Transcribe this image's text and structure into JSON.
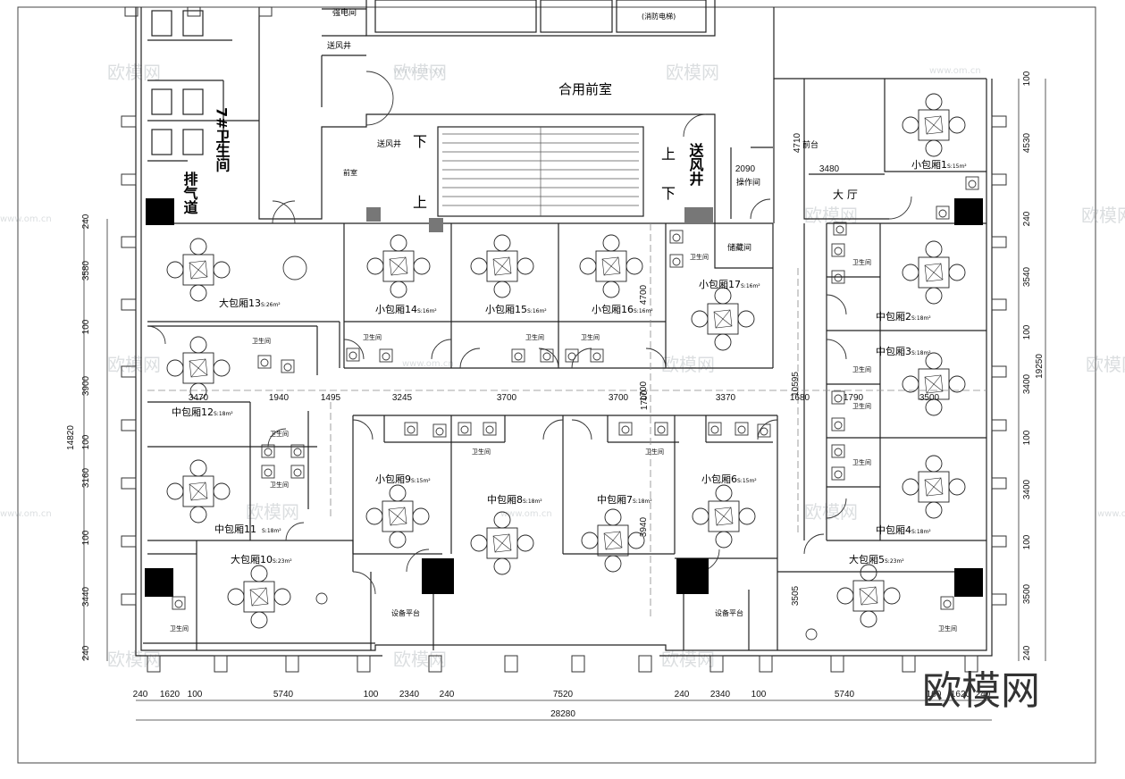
{
  "rooms": [
    {
      "key": "r1",
      "name": "小包厢1",
      "area": "S:15m²"
    },
    {
      "key": "r2",
      "name": "中包厢2",
      "area": "S:18m²"
    },
    {
      "key": "r3",
      "name": "中包厢3",
      "area": "S:18m²"
    },
    {
      "key": "r4",
      "name": "中包厢4",
      "area": "S:18m²"
    },
    {
      "key": "r5",
      "name": "大包厢5",
      "area": "S:23m²"
    },
    {
      "key": "r6",
      "name": "小包厢6",
      "area": "S:15m²"
    },
    {
      "key": "r7",
      "name": "中包厢7",
      "area": "S:18m²"
    },
    {
      "key": "r8",
      "name": "中包厢8",
      "area": "S:18m²"
    },
    {
      "key": "r9",
      "name": "小包厢9",
      "area": "S:15m²"
    },
    {
      "key": "r10",
      "name": "大包厢10",
      "area": "S:23m²"
    },
    {
      "key": "r11",
      "name": "中包厢11",
      "area": "S:18m²"
    },
    {
      "key": "r12",
      "name": "中包厢12",
      "area": "S:18m²"
    },
    {
      "key": "r13",
      "name": "大包厢13",
      "area": "S:26m²"
    },
    {
      "key": "r14",
      "name": "小包厢14",
      "area": "S:16m²"
    },
    {
      "key": "r15",
      "name": "小包厢15",
      "area": "S:16m²"
    },
    {
      "key": "r16",
      "name": "小包厢16",
      "area": "S:16m²"
    },
    {
      "key": "r17",
      "name": "小包厢17",
      "area": "S:16m²"
    }
  ],
  "labels": {
    "shared_lobby": "合用前室",
    "hall": "大 厅",
    "front_desk": "前台",
    "operation_room": "操作间",
    "storage": "储藏间",
    "anteroom": "前室",
    "toilet7": "7#卫生间",
    "exhaust": "排气道",
    "vent_shaft": "送风井",
    "vent_shaft_small": "送风井",
    "vent_shaft_top": "送风井",
    "elec_room": "强电间",
    "fire_elevator": "(消防电梯)",
    "equip_platform_left": "设备平台",
    "equip_platform_right": "设备平台",
    "toilet": "卫生间",
    "stair_up": "上",
    "stair_down": "下"
  },
  "dimensions": {
    "bottom": [
      "240",
      "1620",
      "100",
      "5740",
      "100",
      "2340",
      "240",
      "7520",
      "240",
      "2340",
      "100",
      "5740",
      "100",
      "1620",
      "240"
    ],
    "total_bottom": "28280",
    "left": [
      "240",
      "3580",
      "100",
      "3900",
      "100",
      "3160",
      "100",
      "3440",
      "240"
    ],
    "total_left": "14820",
    "right": [
      "100",
      "4530",
      "240",
      "3540",
      "100",
      "3400",
      "100",
      "3400",
      "100",
      "3500",
      "240"
    ],
    "total_right": "19250",
    "corridor": [
      "3470",
      "1940",
      "1495",
      "3245",
      "3700",
      "3700",
      "1700",
      "3370",
      "1680",
      "1790",
      "3500"
    ],
    "misc": [
      "2090",
      "3480",
      "4710",
      "4700",
      "10595",
      "1700",
      "3940",
      "3505",
      "2340",
      "1620"
    ]
  },
  "watermark": "欧模网",
  "watermark_url": "www.om.cn",
  "logo": "欧模网"
}
